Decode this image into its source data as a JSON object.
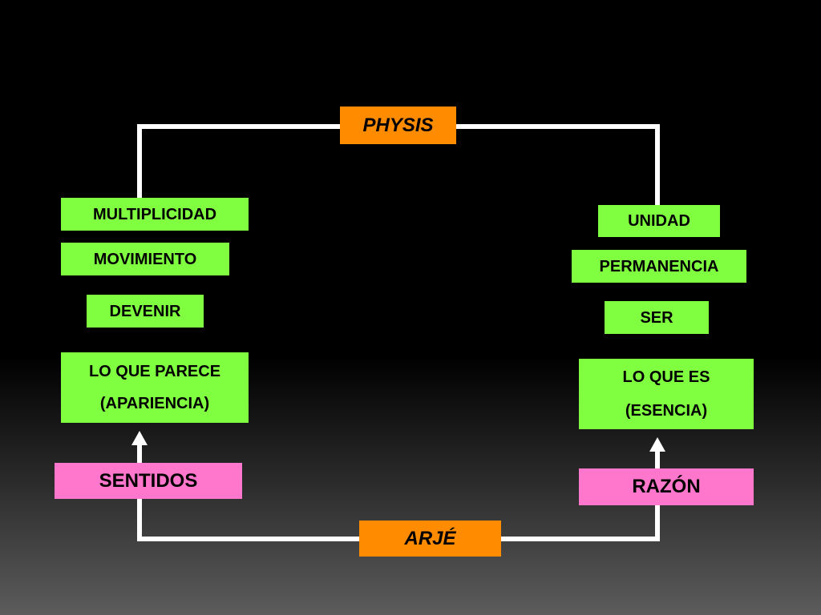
{
  "top_concept": "PHYSIS",
  "bottom_concept": "ARJÉ",
  "left_column": {
    "items": [
      "MULTIPLICIDAD",
      "MOVIMIENTO",
      "DEVENIR"
    ],
    "summary": {
      "line1": "LO QUE PARECE",
      "line2": "(APARIENCIA)"
    },
    "source": "SENTIDOS"
  },
  "right_column": {
    "items": [
      "UNIDAD",
      "PERMANENCIA",
      "SER"
    ],
    "summary": {
      "line1": "LO QUE ES",
      "line2": "(ESENCIA)"
    },
    "source": "RAZÓN"
  },
  "colors": {
    "green_box": "#80ff40",
    "orange_box": "#ff8c00",
    "pink_box": "#ff77cc",
    "connector": "#ffffff"
  }
}
